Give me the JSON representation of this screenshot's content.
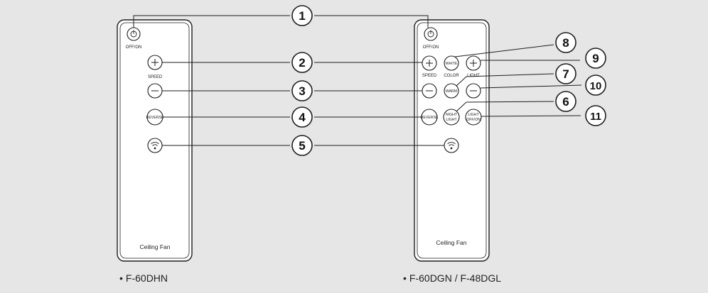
{
  "remotes": [
    {
      "caption": "F-60DHN",
      "brand": "Ceiling Fan",
      "labels": {
        "power": "OFF/ON",
        "speed": "SPEED",
        "reverse": "REVERSE"
      }
    },
    {
      "caption": "F-60DGN / F-48DGL",
      "brand": "Ceiling Fan",
      "labels": {
        "power": "OFF/ON",
        "speed": "SPEED",
        "color": "COLOR",
        "light": "LIGHT",
        "white": "WHITE",
        "warm": "WARM",
        "reverse": "REVERSE",
        "night_1": "NIGHT",
        "night_2": "LIGHT",
        "lightoff_1": "LIGHT",
        "lightoff_2": "OFF/ON"
      }
    }
  ],
  "callouts": [
    "1",
    "2",
    "3",
    "4",
    "5",
    "6",
    "7",
    "8",
    "9",
    "10",
    "11"
  ],
  "bullet": "•"
}
